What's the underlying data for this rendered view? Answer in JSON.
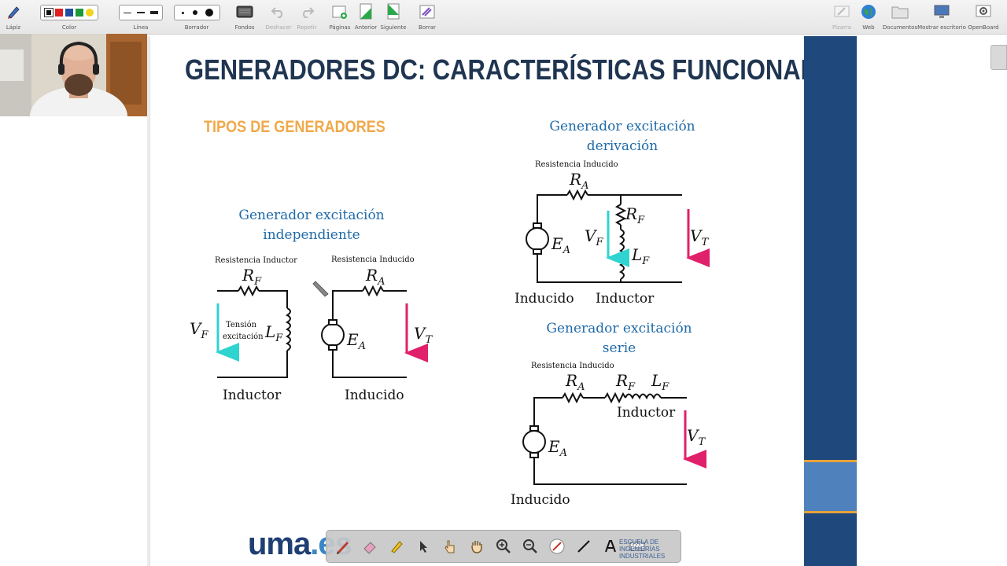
{
  "toolbar": {
    "items": [
      {
        "label": "Lápiz",
        "icon": "pencil-icon"
      },
      {
        "label": "Color",
        "icon": "color-swatches"
      },
      {
        "label": "Línea",
        "icon": "line-width"
      },
      {
        "label": "Borrador",
        "icon": "eraser-size"
      },
      {
        "label": "Fondos",
        "icon": "backgrounds-icon"
      },
      {
        "label": "Deshacer",
        "icon": "undo-icon"
      },
      {
        "label": "Repetir",
        "icon": "redo-icon"
      },
      {
        "label": "Páginas",
        "icon": "pages-icon"
      },
      {
        "label": "Anterior",
        "icon": "previous-icon"
      },
      {
        "label": "Siguiente",
        "icon": "next-icon"
      },
      {
        "label": "Borrar",
        "icon": "clear-icon"
      }
    ],
    "right_items": [
      {
        "label": "Pizarra",
        "icon": "board-icon"
      },
      {
        "label": "Web",
        "icon": "globe-icon"
      },
      {
        "label": "Documentos",
        "icon": "folder-icon"
      },
      {
        "label": "Mostrar escritorio",
        "icon": "desktop-icon"
      },
      {
        "label": "OpenBoard",
        "icon": "gear-icon"
      }
    ],
    "colors": [
      "#111111",
      "#e02020",
      "#1f4fa0",
      "#1a9a3a",
      "#f2d21b"
    ]
  },
  "slide": {
    "title": "GENERADORES  DC: CARACTERÍSTICAS FUNCIONAMIENTO",
    "section": "TIPOS DE GENERADORES",
    "independiente": {
      "title_line1": "Generador excitación",
      "title_line2": "independiente",
      "resist_inductor": "Resistencia Inductor",
      "resist_inducido": "Resistencia Inducido",
      "tension_1": "Tensión",
      "tension_2": "excitación",
      "inductor": "Inductor",
      "inducido": "Inducido"
    },
    "derivacion": {
      "title_line1": "Generador excitación",
      "title_line2": "derivación",
      "resist_inducido": "Resistencia Inducido",
      "inducido": "Inducido",
      "inductor": "Inductor"
    },
    "serie": {
      "title_line1": "Generador excitación",
      "title_line2": "serie",
      "resist_inducido": "Resistencia Inducido",
      "inductor": "Inductor",
      "inducido": "Inducido"
    },
    "symbols": {
      "RF": "R",
      "LF": "L",
      "RA": "R",
      "EA": "E",
      "VF": "V",
      "VT": "V",
      "sub_F": "F",
      "sub_A": "A",
      "sub_T": "T"
    },
    "logo_uma": "uma",
    "logo_es": ".es",
    "escuela": [
      "ESCUELA DE",
      "INGENIERÍAS",
      "INDUSTRIALES"
    ]
  },
  "colors": {
    "accent_title": "#1f3551",
    "section": "#f0a94a",
    "diagram_title": "#1e6aa8",
    "vf_arrow": "#2fd3cf",
    "vt_arrow": "#e0206a",
    "panel_blue": "#1f497d"
  }
}
